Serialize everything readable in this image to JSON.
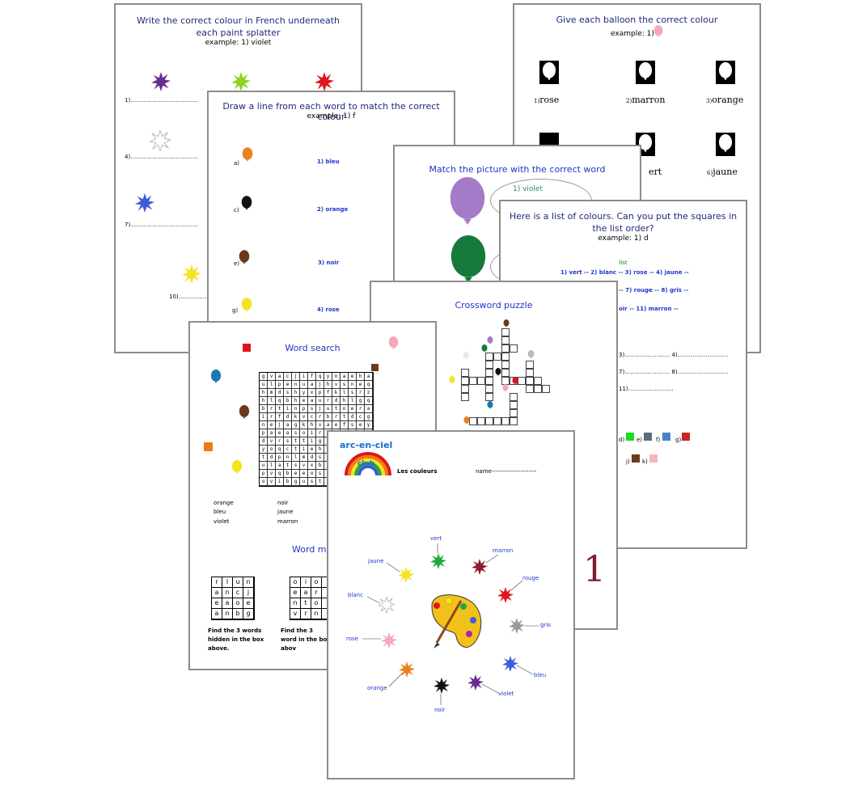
{
  "sheet_splatter": {
    "title": "Write the correct colour in French underneath each paint splatter",
    "example": "example: 1) violet",
    "blanks": [
      "1)………………………………",
      "4)………………………………",
      "7)………………………………",
      "10)……………………………"
    ]
  },
  "sheet_balloons": {
    "title": "Give each balloon the correct colour",
    "example": "example: 1)",
    "items": [
      {
        "num": "1)",
        "word": "rose"
      },
      {
        "num": "2)",
        "word": "marron"
      },
      {
        "num": "3)",
        "word": "orange"
      },
      {
        "num": "",
        "word": "ert"
      },
      {
        "num": "6)",
        "word": "jaune"
      }
    ]
  },
  "sheet_drawline": {
    "title": "Draw a line from each word to match the correct colour",
    "example": "example: 1) f",
    "left": [
      "a)",
      "c)",
      "e)",
      "g)"
    ],
    "right": [
      "1) bleu",
      "2) orange",
      "3)  noir",
      "4) rose"
    ]
  },
  "sheet_match": {
    "title": "Match the picture with the correct word",
    "word": "1) violet"
  },
  "sheet_list": {
    "title": "Here is a list of colours. Can you put the squares in the list order?",
    "example": "example: 1) d",
    "list_label": "list",
    "line1": "1) vert  -- 2) blanc -- 3) rose -- 4) jaune --",
    "line2": "-- 7) rouge -- 8) gris --",
    "line3": "oir --  11) marron --",
    "blanks1": "3)……………………      4)………………………",
    "blanks2": "7)……………………      8)………………………",
    "blanks3": "11)……………………",
    "squares_row1": [
      "d)",
      "e)",
      "f)",
      "g)"
    ],
    "squares_row2": [
      "j)",
      "k)"
    ]
  },
  "sheet_crossword": {
    "title": "Crossword puzzle",
    "big_digit": "1"
  },
  "sheet_wordsearch": {
    "title": "Word search",
    "grid": [
      "gvacjifqynaehah",
      "ulpenuajhvsneqp",
      "hmdshyxpfklsrzk",
      "hlqbheaurdhlgqo",
      "brtinpsjutoerav",
      "irfdkvcrbrtdcgg",
      "nejagkhvaefsey",
      "paeasoirdsuhfil",
      "dvrsttigeteslrfn",
      "yoqctiehicqlvpb",
      "tdpnlmdsehgd",
      "ulatsvxbggtcv",
      "pvqbeeoshwmhke",
      "ovibgusttrqxc"
    ],
    "words": [
      "orange",
      "noir",
      "bleu",
      "jaune",
      "violet",
      "marron"
    ],
    "mixed_title": "Word mi",
    "box1": [
      "r",
      "l",
      "u",
      "n",
      "a",
      "n",
      "c",
      "j",
      "e",
      "a",
      "o",
      "e",
      "a",
      "n",
      "b",
      "g"
    ],
    "box2": [
      "o",
      "i",
      "o",
      "",
      "e",
      "a",
      "r",
      "",
      "n",
      "t",
      "o",
      "",
      "v",
      "r",
      "n",
      ""
    ],
    "instr1": "Find the 3 words hidden in the box above.",
    "instr2": "Find the 3 word in the box abov"
  },
  "sheet_main": {
    "brand_top": "arc-en-ciel",
    "brand_bottom": "club",
    "heading": "Les couleurs",
    "name_label": "name----------------------",
    "colours": [
      "vert",
      "marron",
      "rouge",
      "gris",
      "bleu",
      "violet",
      "noir",
      "orange",
      "rose",
      "blanc",
      "jaune"
    ]
  },
  "colors": {
    "title_navy": "#1f2a7a",
    "title_blue": "#1d36c9",
    "violet": "#6a2c91",
    "vert": "#22a83c",
    "rouge": "#e0141e",
    "marron": "#6b3a1c",
    "gris": "#9a9a9a",
    "bleu": "#3e5bd8",
    "noir": "#111111",
    "orange": "#e9821f",
    "rose": "#f4a9b8",
    "jaune": "#f4e320",
    "lime": "#8cd41f"
  }
}
